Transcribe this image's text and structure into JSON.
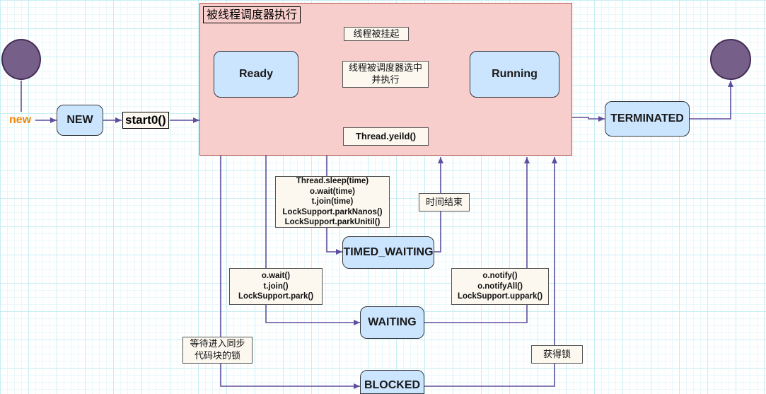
{
  "frame": {
    "title": "被线程调度器执行"
  },
  "start_label": "new",
  "start0_label": "start0()",
  "states": {
    "new": "NEW",
    "ready": "Ready",
    "running": "Running",
    "terminated": "TERMINATED",
    "timed_waiting": "TIMED_WAITING",
    "waiting": "WAITING",
    "blocked": "BLOCKED"
  },
  "notes": {
    "suspended": "线程被挂起",
    "selected": "线程被调度器选中\n并执行",
    "yield": "Thread.yeild()",
    "timed_calls": "Thread.sleep(time)\no.wait(time)\nt.join(time)\nLockSupport.parkNanos()\nLockSupport.parkUnitil()",
    "time_up": "时间结束",
    "wait_calls": "o.wait()\nt.join()\nLockSupport.park()",
    "notify_calls": "o.notify()\no.notifyAll()\nLockSupport.uppark()",
    "wait_sync": "等待进入同步\n代码块的锁",
    "got_lock": "获得锁"
  },
  "colors": {
    "state_fill": "#cce5ff",
    "frame_fill": "#f8cecc",
    "node_fill": "#76608a",
    "wire": "#5d4f9e",
    "new_label": "#f08705"
  }
}
